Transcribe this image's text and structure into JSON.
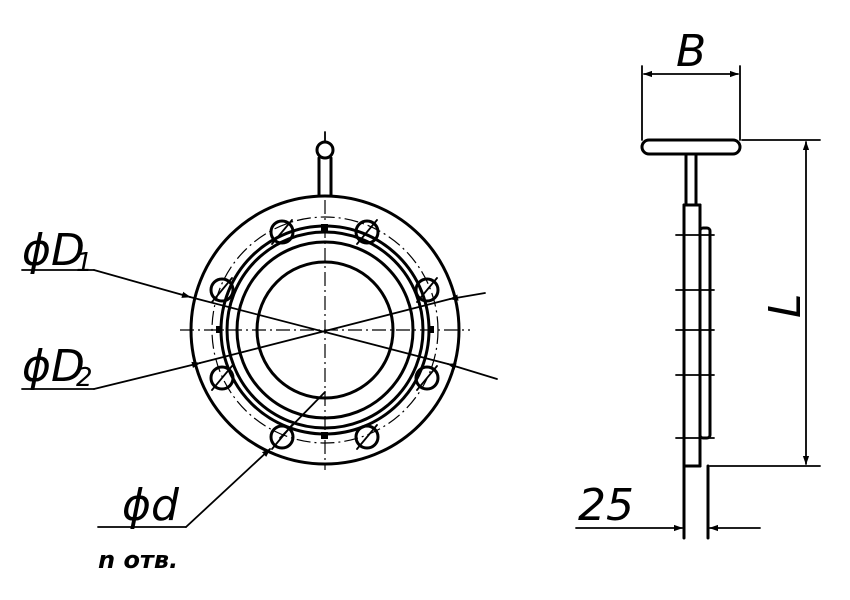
{
  "labels": {
    "d1_prefix": "ϕD",
    "d1_sub": "1",
    "d2_prefix": "ϕD",
    "d2_sub": "2",
    "d_hole": "ϕd",
    "holes_note": "n отв.",
    "width": "B",
    "length": "L",
    "thickness": "25"
  }
}
